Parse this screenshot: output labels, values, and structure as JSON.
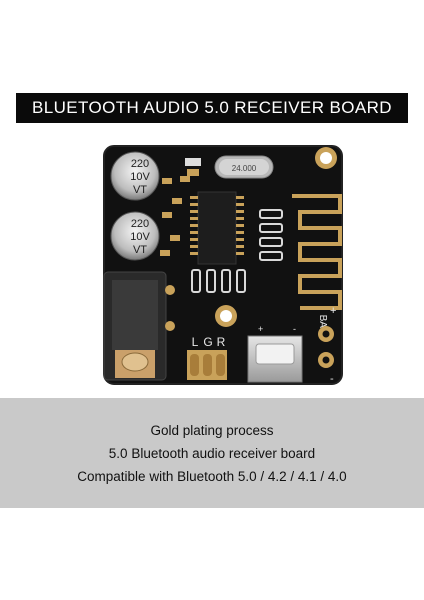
{
  "title": "BLUETOOTH AUDIO 5.0 RECEIVER BOARD",
  "board": {
    "cap1_lines": [
      "220",
      "10V",
      "VT"
    ],
    "cap2_lines": [
      "220",
      "10V",
      "VT"
    ],
    "crystal_label": "24.000",
    "pin_labels": [
      "L",
      "G",
      "R"
    ],
    "bat_label": "BAT",
    "plus_symbol": "+",
    "minus_symbol": "-"
  },
  "caption": {
    "lines": [
      "Gold plating process",
      "5.0 Bluetooth audio receiver board",
      "Compatible with Bluetooth 5.0 / 4.2 / 4.1 / 4.0"
    ]
  },
  "colors": {
    "pcb": "#111111",
    "gold": "#c9a25a",
    "caption_band": "#c9c9c9",
    "title_bar": "#0a0a0a"
  }
}
